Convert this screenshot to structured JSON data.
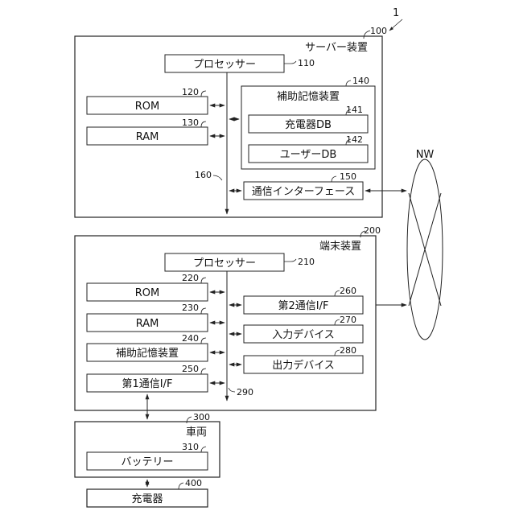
{
  "figure_ref": "1",
  "server": {
    "title": "サーバー装置",
    "ref": "100",
    "processor": {
      "label": "プロセッサー",
      "ref": "110"
    },
    "rom": {
      "label": "ROM",
      "ref": "120"
    },
    "ram": {
      "label": "RAM",
      "ref": "130"
    },
    "storage": {
      "label": "補助記憶装置",
      "ref": "140"
    },
    "charger_db": {
      "label": "充電器DB",
      "ref": "141"
    },
    "user_db": {
      "label": "ユーザーDB",
      "ref": "142"
    },
    "comm_if": {
      "label": "通信インターフェース",
      "ref": "150"
    },
    "bus_ref": "160"
  },
  "network": {
    "label": "NW"
  },
  "terminal": {
    "title": "端末装置",
    "ref": "200",
    "processor": {
      "label": "プロセッサー",
      "ref": "210"
    },
    "rom": {
      "label": "ROM",
      "ref": "220"
    },
    "ram": {
      "label": "RAM",
      "ref": "230"
    },
    "storage": {
      "label": "補助記憶装置",
      "ref": "240"
    },
    "comm1": {
      "label": "第1通信I/F",
      "ref": "250"
    },
    "comm2": {
      "label": "第2通信I/F",
      "ref": "260"
    },
    "input": {
      "label": "入力デバイス",
      "ref": "270"
    },
    "output": {
      "label": "出力デバイス",
      "ref": "280"
    },
    "bus_ref": "290"
  },
  "vehicle": {
    "title": "車両",
    "ref": "300",
    "battery": {
      "label": "バッテリー",
      "ref": "310"
    }
  },
  "charger": {
    "label": "充電器",
    "ref": "400"
  }
}
